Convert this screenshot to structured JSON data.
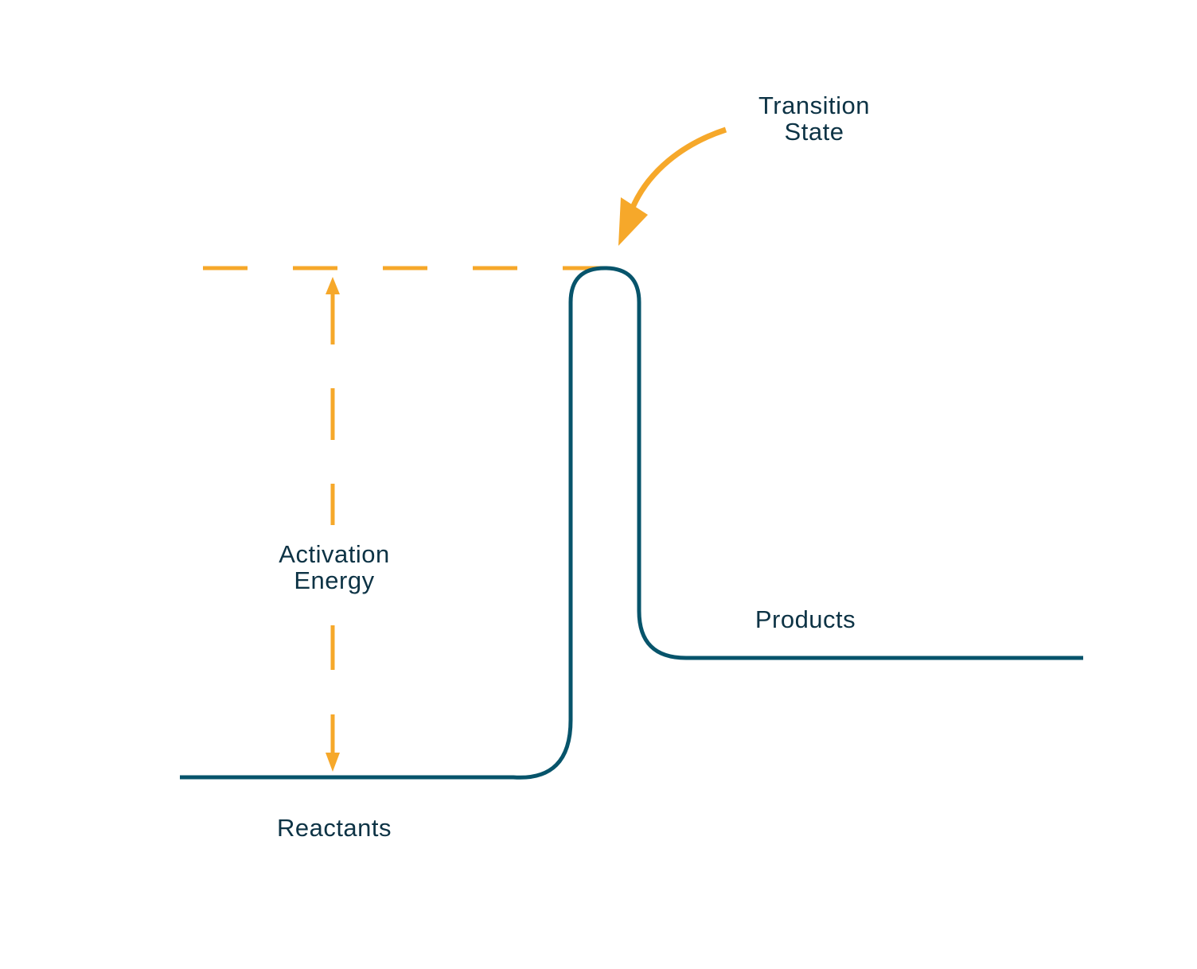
{
  "diagram": {
    "title": "",
    "labels": {
      "transition_state_line1": "Transition",
      "transition_state_line2": "State",
      "activation_energy_line1": "Activation",
      "activation_energy_line2": "Energy",
      "products": "Products",
      "reactants": "Reactants"
    },
    "colors": {
      "curve": "#07546B",
      "accent": "#F6A82A",
      "text": "#0D3345",
      "background": "#FFFFFF"
    }
  }
}
